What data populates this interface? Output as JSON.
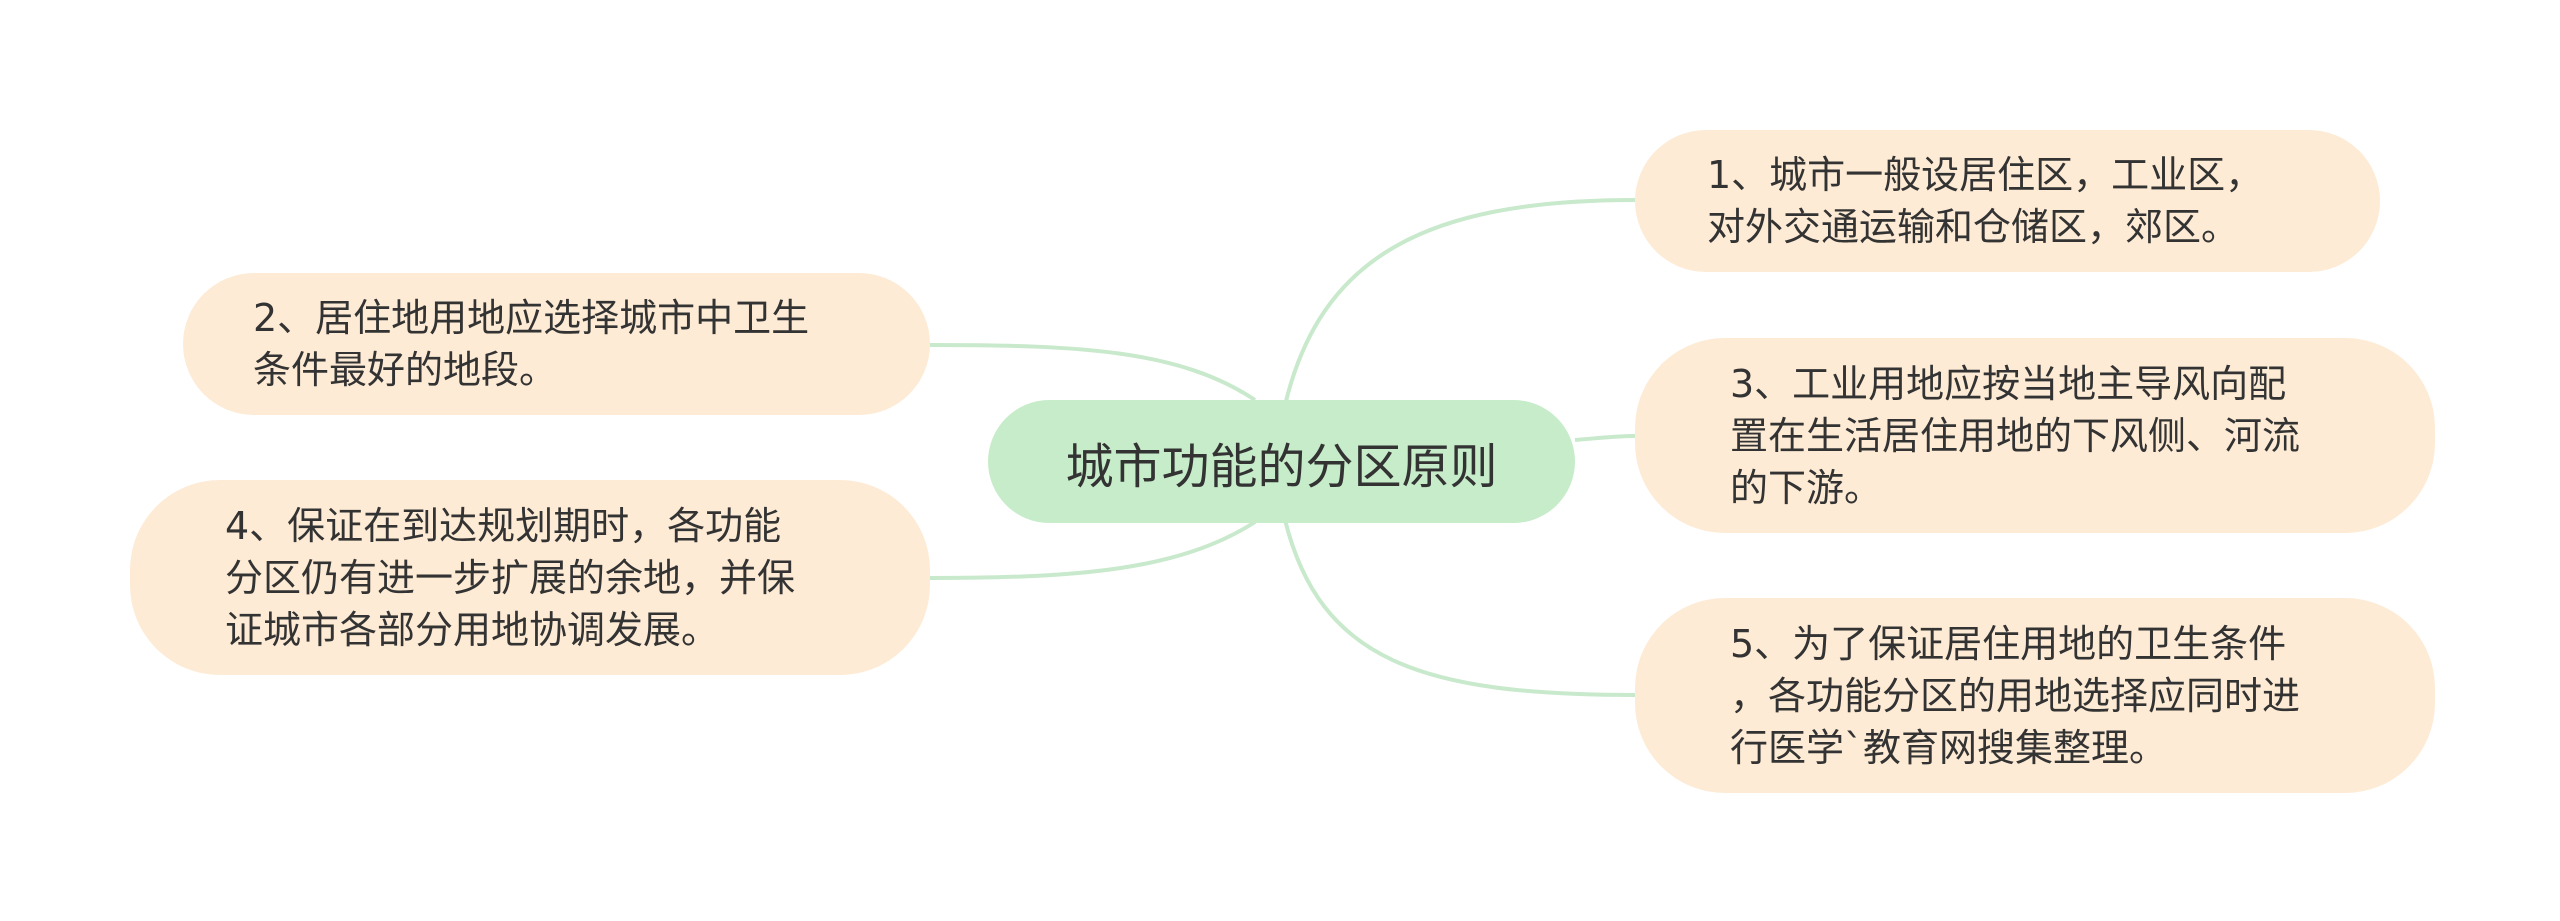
{
  "root": {
    "label": "城市功能的分区原则"
  },
  "nodes": [
    {
      "label": "1、城市一般设居住区，工业区，\n对外交通运输和仓储区，郊区。"
    },
    {
      "label": "2、居住地用地应选择城市中卫生\n条件最好的地段。"
    },
    {
      "label": "3、工业用地应按当地主导风向配\n置在生活居住用地的下风侧、河流\n的下游。"
    },
    {
      "label": "4、保证在到达规划期时，各功能\n分区仍有进一步扩展的余地，并保\n证城市各部分用地协调发展。"
    },
    {
      "label": "5、为了保证居住用地的卫生条件\n，各功能分区的用地选择应同时进\n行医学`教育网搜集整理。"
    }
  ],
  "colors": {
    "root_fill": "#c6ecc9",
    "node_fill": "#fdebd5",
    "link": "#c8e9cb",
    "text": "#333333"
  }
}
